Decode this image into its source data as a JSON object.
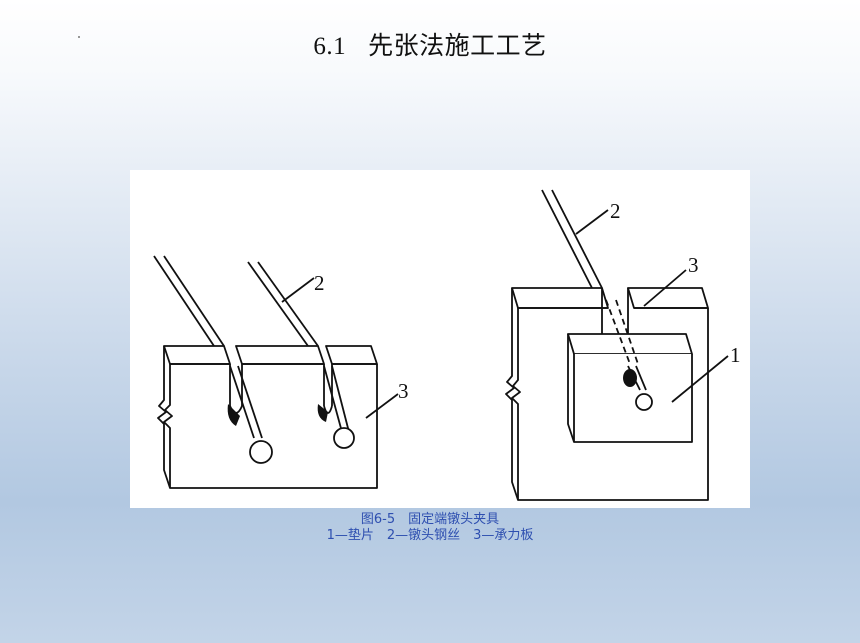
{
  "header": {
    "section_number": "6.1",
    "section_title": "先张法施工工艺"
  },
  "figure": {
    "labels": {
      "left_wire": "2",
      "left_plate": "3",
      "right_wire": "2",
      "right_plate": "3",
      "right_pad": "1"
    },
    "caption_line1": "图6-5　固定端镦头夹具",
    "caption_line2": "1—垫片　2—镦头钢丝　3—承力板"
  },
  "colors": {
    "caption": "#2e4fb0",
    "line": "#111111"
  }
}
